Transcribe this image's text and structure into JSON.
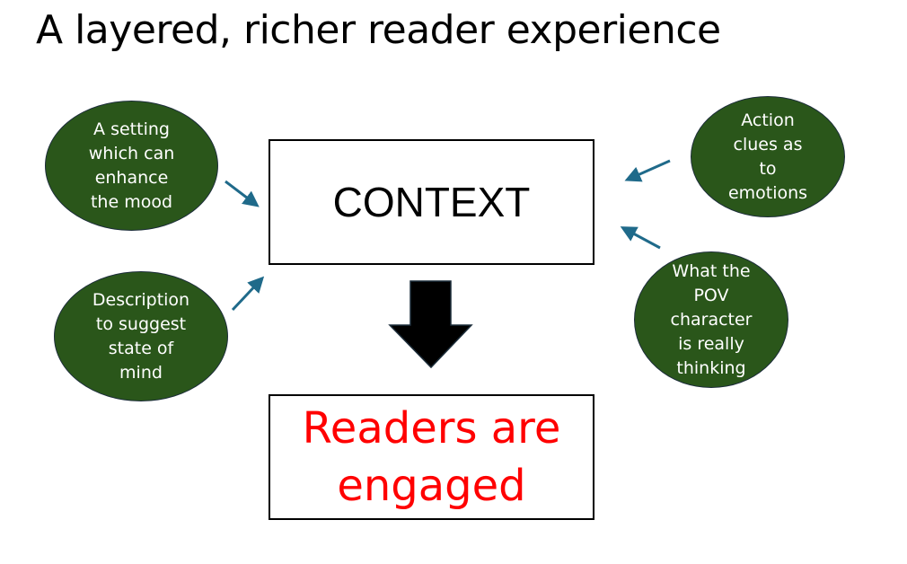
{
  "title": "A layered, richer reader experience",
  "center_box": {
    "label": "CONTEXT"
  },
  "result_box": {
    "label": "Readers are\nengaged"
  },
  "bubbles": [
    {
      "label": "A setting\nwhich can\nenhance\nthe mood"
    },
    {
      "label": "Description\nto suggest\nstate of\nmind"
    },
    {
      "label": "Action\nclues as\nto\nemotions"
    },
    {
      "label": "What the\nPOV\ncharacter\nis really\nthinking"
    }
  ],
  "colors": {
    "bubble_fill": "#2a561a",
    "arrow": "#1f6a8a",
    "result_text": "#ff0000"
  }
}
